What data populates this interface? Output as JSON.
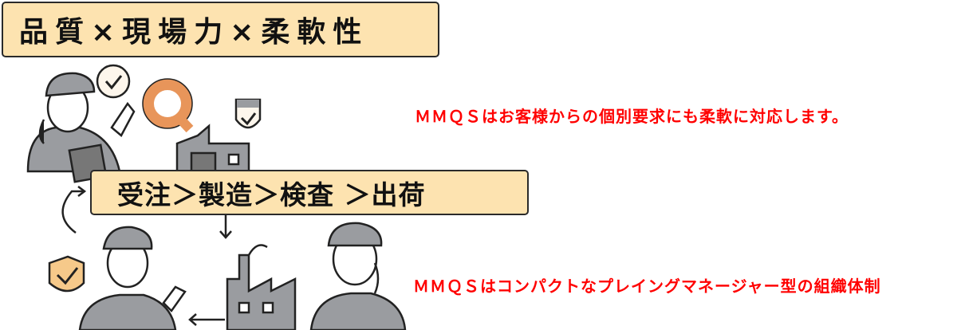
{
  "title": "品質×現場力×柔軟性",
  "flow": "受注＞製造＞検査 ＞出荷",
  "messages": [
    "ＭＭＱＳはお客様からの個別要求にも柔軟に対応します。",
    "ＭＭＱＳはコンパクトなプレイングマネージャー型の組織体制"
  ],
  "logo_letter": "Q",
  "colors": {
    "box": "#fde3b0",
    "accent": "#e8955a",
    "text_red": "#ff0000",
    "uniform": "#9a9ca0"
  }
}
